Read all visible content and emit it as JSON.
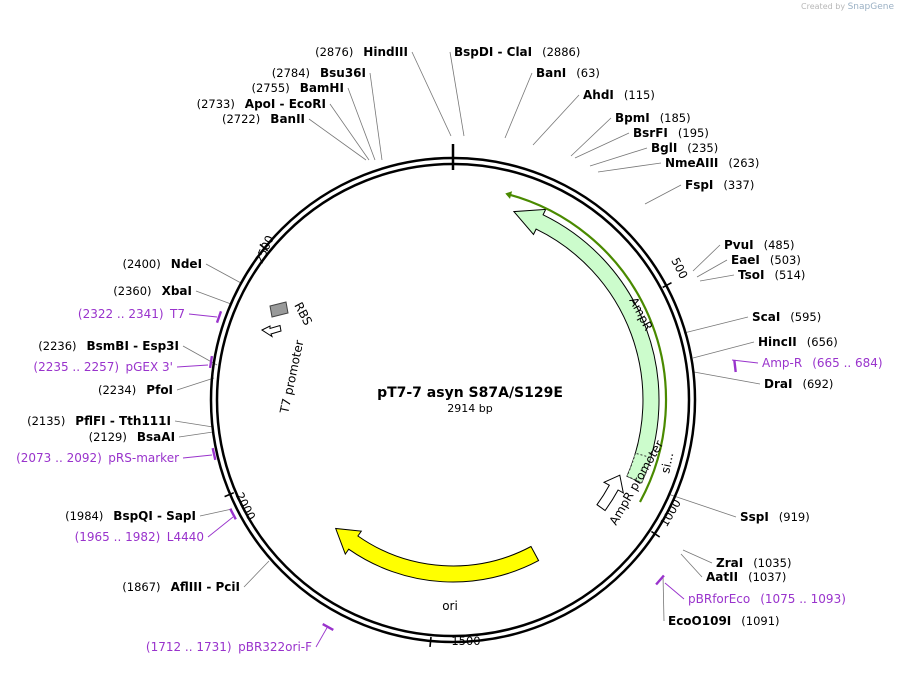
{
  "credit": {
    "prefix": "Created by",
    "brand": "SnapGene"
  },
  "plasmid": {
    "name": "pT7-7 asyn S87A/S129E",
    "length_label": "2914 bp"
  },
  "ticks": [
    {
      "label": "500"
    },
    {
      "label": "1000"
    },
    {
      "label": "1500"
    },
    {
      "label": "2000"
    },
    {
      "label": "2500"
    }
  ],
  "enzymes": [
    {
      "name": "HindIII",
      "pos": "(2876)"
    },
    {
      "name": "BspDI",
      "pos": "(2886)",
      "alt": "ClaI"
    },
    {
      "name": "Bsu36I",
      "pos": "(2784)"
    },
    {
      "name": "BamHI",
      "pos": "(2755)"
    },
    {
      "name": "ApoI",
      "pos": "(2733)",
      "alt": "EcoRI"
    },
    {
      "name": "BanII",
      "pos": "(2722)"
    },
    {
      "name": "BanI",
      "pos": "(63)"
    },
    {
      "name": "AhdI",
      "pos": "(115)"
    },
    {
      "name": "BpmI",
      "pos": "(185)"
    },
    {
      "name": "BsrFI",
      "pos": "(195)"
    },
    {
      "name": "BglI",
      "pos": "(235)"
    },
    {
      "name": "NmeAIII",
      "pos": "(263)"
    },
    {
      "name": "FspI",
      "pos": "(337)"
    },
    {
      "name": "PvuI",
      "pos": "(485)"
    },
    {
      "name": "EaeI",
      "pos": "(503)"
    },
    {
      "name": "TsoI",
      "pos": "(514)"
    },
    {
      "name": "ScaI",
      "pos": "(595)"
    },
    {
      "name": "HincII",
      "pos": "(656)"
    },
    {
      "name": "DraI",
      "pos": "(692)"
    },
    {
      "name": "SspI",
      "pos": "(919)"
    },
    {
      "name": "ZraI",
      "pos": "(1035)"
    },
    {
      "name": "AatII",
      "pos": "(1037)"
    },
    {
      "name": "EcoO109I",
      "pos": "(1091)"
    },
    {
      "name": "NdeI",
      "pos": "(2400)"
    },
    {
      "name": "XbaI",
      "pos": "(2360)"
    },
    {
      "name": "BsmBI",
      "pos": "(2236)",
      "alt": "Esp3I"
    },
    {
      "name": "PfoI",
      "pos": "(2234)"
    },
    {
      "name": "PflFI",
      "pos": "(2135)",
      "alt": "Tth111I"
    },
    {
      "name": "BsaAI",
      "pos": "(2129)"
    },
    {
      "name": "BspQI",
      "pos": "(1984)",
      "alt": "SapI"
    },
    {
      "name": "AflIII",
      "pos": "(1867)",
      "alt": "PciI"
    }
  ],
  "primers": [
    {
      "name": "Amp-R",
      "range": "(665 .. 684)"
    },
    {
      "name": "pBRforEco",
      "range": "(1075 .. 1093)"
    },
    {
      "name": "T7",
      "range": "(2322 .. 2341)"
    },
    {
      "name": "pGEX 3'",
      "range": "(2235 .. 2257)"
    },
    {
      "name": "pRS-marker",
      "range": "(2073 .. 2092)"
    },
    {
      "name": "L4440",
      "range": "(1965 .. 1982)"
    },
    {
      "name": "pBR322ori-F",
      "range": "(1712 .. 1731)"
    }
  ],
  "features": {
    "ampr": "AmpR",
    "ampr_promoter": "AmpR promoter",
    "signal": "si...",
    "ori": "ori",
    "rbs": "RBS",
    "t7_promoter": "T7 promoter"
  },
  "colors": {
    "ampr_fill": "#ccfccc",
    "ori_fill": "#ffff00",
    "primer": "#9933cc",
    "signal_line": "#333333",
    "ampr_line": "#4a8a00"
  }
}
